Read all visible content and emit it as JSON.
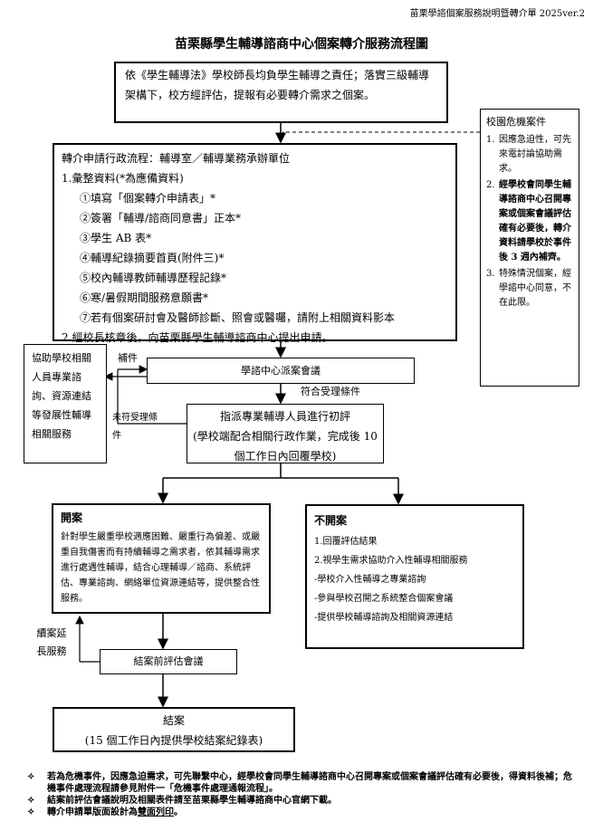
{
  "header": "苗栗學諮個案服務說明暨轉介單 2025ver.2",
  "title": "苗栗縣學生輔導諮商中心個案轉介服務流程圖",
  "box_intro": "依《學生輔導法》學校師長均負學生輔導之責任；落實三級輔導架構下，校方經評估，提報有必要轉介需求之個案。",
  "box_process": {
    "heading": "轉介申請行政流程：輔導室／輔導業務承辦單位",
    "step1": "1.彙整資料(*為應備資料)",
    "items": [
      "①填寫「個案轉介申請表」*",
      "②簽署「輔導/諮商同意書」正本*",
      "③學生 AB 表*",
      "④輔導紀錄摘要首頁(附件三)*",
      "⑤校內輔導教師輔導歷程記錄*",
      "⑥寒/暑假期間服務意願書*",
      "⑦若有個案研討會及醫師診斷、照會或醫囑，請附上相關資料影本"
    ],
    "step2": "2.經校長核章後，向苗栗縣學生輔導諮商中心提出申請。"
  },
  "crisis": {
    "heading": "校園危機案件",
    "items": [
      {
        "num": "1.",
        "text": "因應急迫性，可先來電討論協助需求。"
      },
      {
        "num": "2.",
        "text": "經學校會同學生輔導諮商中心召開專案或個案會議評估確有必要後，轉介資料請學校於事件後 3 週內補齊。"
      },
      {
        "num": "3.",
        "text": "特殊情況個案，經學諮中心同意，不在此限。"
      }
    ]
  },
  "assist_box": "協助學校相關人員專業諮詢、資源連結等發展性輔導相關服務",
  "label_supplement": "補件",
  "label_not_qualified": "未符受理條件",
  "label_qualified": "符合受理條件",
  "box_dispatch": "學諮中心派案會議",
  "box_assign": {
    "line1": "指派專業輔導人員進行初評",
    "line2": "(學校端配合相關行政作業，完成後 10 個工作日內回覆學校)"
  },
  "open_case": {
    "heading": "開案",
    "body": "針對學生嚴重學校適應困難、嚴重行為偏差、或嚴重自我傷害而有持續輔導之需求者，依其輔導需求進行處遇性輔導，結合心理輔導／諮商、系統評估、專業諮詢、網絡單位資源連結等，提供整合性服務。"
  },
  "no_case": {
    "heading": "不開案",
    "items": [
      "1.回覆評估結果",
      "2.視學生需求協助介入性輔導相關服務",
      "-學校介入性輔導之專業諮詢",
      "-參與學校召開之系統整合個案會議",
      "-提供學校輔導諮詢及相關資源連結"
    ]
  },
  "label_extend": "續案延長服務",
  "box_eval": "結案前評估會議",
  "box_close": {
    "line1": "結案",
    "line2": "(15 個工作日內提供學校結案紀錄表)"
  },
  "notes": [
    "若為危機事件，因應急迫需求，可先聯繫中心，經學校會同學生輔導諮商中心召開專案或個案會議評估確有必要後，得資料後補；危機事件處理流程請參見附件一「危機事件處理通報流程」。",
    "結案前評估會議說明及相關表件請至苗栗縣學生輔導諮商中心官網下載。"
  ],
  "note3_prefix": "轉介申請單版面設計為",
  "note3_emph": "雙面列印",
  "note3_suffix": "。",
  "bullet_glyph": "✧"
}
